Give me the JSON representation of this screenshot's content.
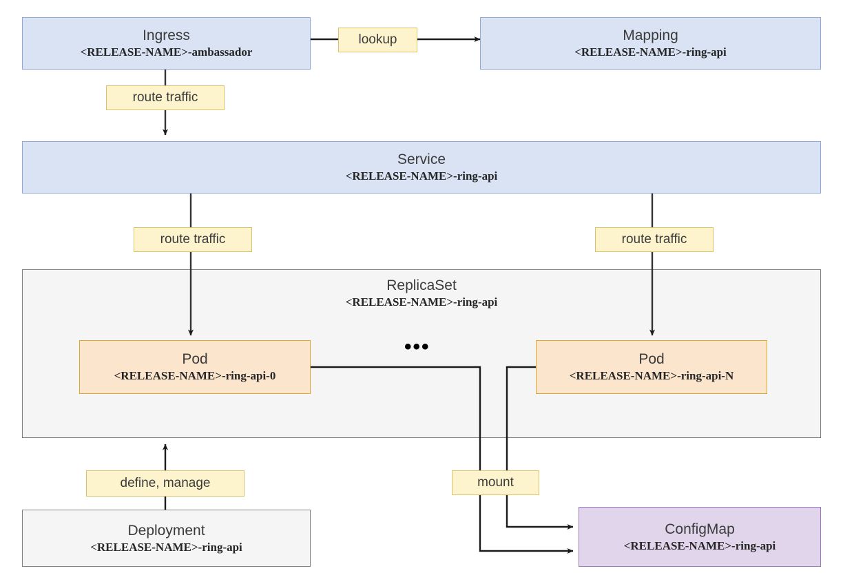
{
  "diagram": {
    "title": "Kubernetes resource relationship diagram",
    "release_placeholder": "<RELEASE-NAME>",
    "colors": {
      "blue_fill": "#dae3f3",
      "blue_border": "#8ea9db",
      "orange_fill": "#fce5cd",
      "orange_border": "#e0a630",
      "purple_fill": "#e1d5ec",
      "purple_border": "#9c77bb",
      "gray_fill": "#f5f5f5",
      "gray_border": "#808080",
      "label_fill": "#fdf4cd",
      "label_border": "#d9c26a",
      "edge_stroke": "#333333"
    }
  },
  "nodes": {
    "ingress": {
      "title": "Ingress",
      "subtitle": "<RELEASE-NAME>-ambassador"
    },
    "mapping": {
      "title": "Mapping",
      "subtitle": "<RELEASE-NAME>-ring-api"
    },
    "service": {
      "title": "Service",
      "subtitle": "<RELEASE-NAME>-ring-api"
    },
    "replicaset": {
      "title": "ReplicaSet",
      "subtitle": "<RELEASE-NAME>-ring-api"
    },
    "pod_first": {
      "title": "Pod",
      "subtitle": "<RELEASE-NAME>-ring-api-0"
    },
    "pod_last": {
      "title": "Pod",
      "subtitle": "<RELEASE-NAME>-ring-api-N"
    },
    "deployment": {
      "title": "Deployment",
      "subtitle": "<RELEASE-NAME>-ring-api"
    },
    "configmap": {
      "title": "ConfigMap",
      "subtitle": "<RELEASE-NAME>-ring-api"
    }
  },
  "ellipsis": "•••",
  "edge_labels": {
    "lookup": "lookup",
    "route_traffic_ingress_service": "route traffic",
    "route_traffic_service_pod_first": "route traffic",
    "route_traffic_service_pod_last": "route traffic",
    "define_manage": "define, manage",
    "mount": "mount"
  }
}
